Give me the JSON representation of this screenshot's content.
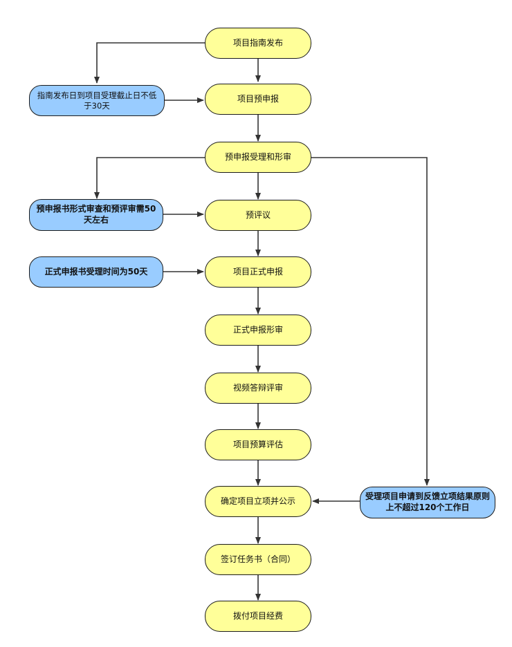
{
  "colors": {
    "process_fill": "#ffff99",
    "note_fill": "#99ccff",
    "stroke": "#1a1a1a",
    "arrow": "#333333"
  },
  "nodes": {
    "n1": "项目指南发布",
    "n2": "项目预申报",
    "n3": "预申报受理和形审",
    "n4": "预评议",
    "n5": "项目正式申报",
    "n6": "正式申报形审",
    "n7": "视频答辩评审",
    "n8": "项目预算评估",
    "n9": "确定项目立项并公示",
    "n10": "签订任务书（合同）",
    "n11": "拨付项目经费"
  },
  "notes": {
    "b1": "指南发布日到项目受理截止日不低于30天",
    "b2": "预申报书形式审查和预评审需50天左右",
    "b3": "正式申报书受理时间为50天",
    "b4": "受理项目申请到反馈立项结果原则上不超过120个工作日"
  }
}
